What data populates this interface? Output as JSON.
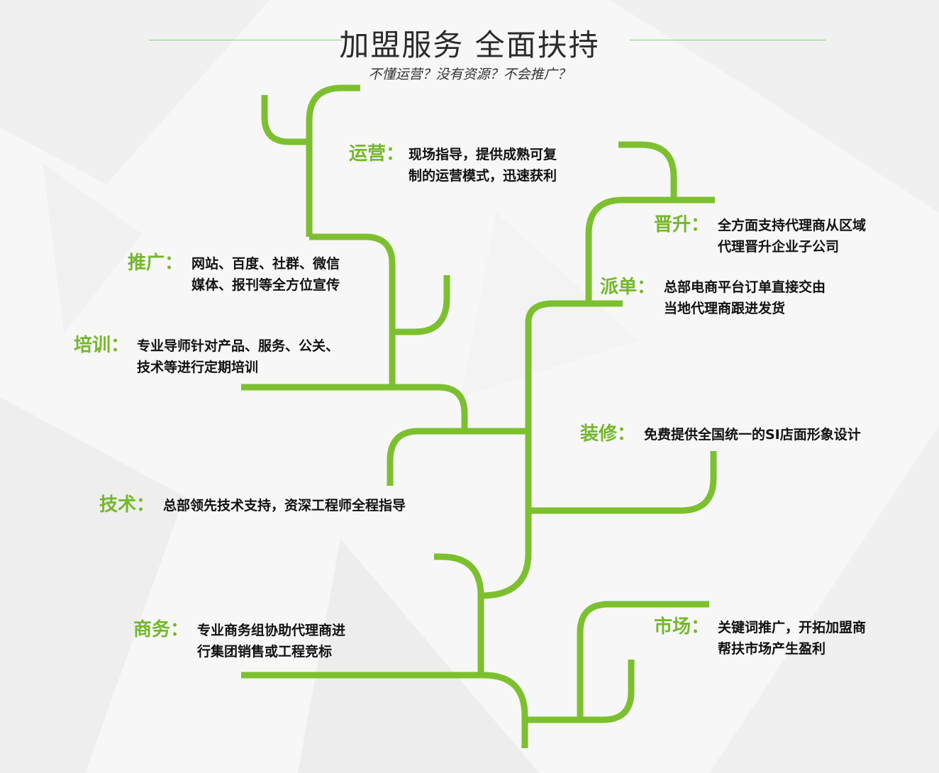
{
  "header": {
    "title": "加盟服务 全面扶持",
    "subtitle": "不懂运营？没有资源？不会推广？"
  },
  "colors": {
    "branch": "#7dc02f",
    "label": "#74b82a",
    "text": "#111111",
    "rule": "#7fd27f"
  },
  "services": {
    "yunying": {
      "label": "运营：",
      "lines": [
        "现场指导，提供成熟可复",
        "制的运营模式，迅速获利"
      ]
    },
    "jinsheng": {
      "label": "晋升：",
      "lines": [
        "全方面支持代理商从区域",
        "代理晋升企业子公司"
      ]
    },
    "tuiguang": {
      "label": "推广：",
      "lines": [
        "网站、百度、社群、微信",
        "媒体、报刊等全方位宣传"
      ]
    },
    "paidan": {
      "label": "派单：",
      "lines": [
        "总部电商平台订单直接交由",
        "当地代理商跟进发货"
      ]
    },
    "peixun": {
      "label": "培训：",
      "lines": [
        "专业导师针对产品、服务、公关、",
        "技术等进行定期培训"
      ]
    },
    "zhuangxiu": {
      "label": "装修：",
      "lines": [
        "免费提供全国统一的SI店面形象设计"
      ]
    },
    "jishu": {
      "label": "技术：",
      "lines": [
        "总部领先技术支持，资深工程师全程指导"
      ]
    },
    "shangwu": {
      "label": "商务：",
      "lines": [
        "专业商务组协助代理商进",
        "行集团销售或工程竞标"
      ]
    },
    "shichang": {
      "label": "市场：",
      "lines": [
        "关键词推广，开拓加盟商",
        "帮扶市场产生盈利"
      ]
    }
  }
}
